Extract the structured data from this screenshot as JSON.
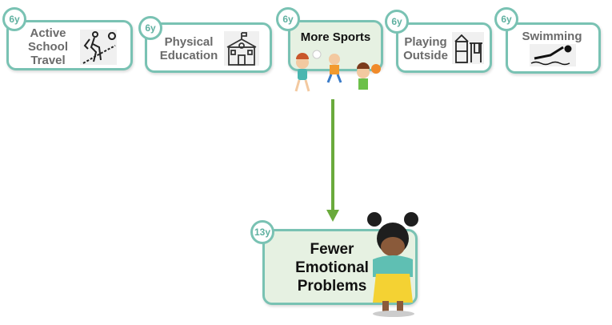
{
  "exposures": [
    {
      "age": "6y",
      "label_lines": [
        "Active",
        "School",
        "Travel"
      ],
      "icon": "hiker-icon"
    },
    {
      "age": "6y",
      "label_lines": [
        "Physical",
        "Education"
      ],
      "icon": "school-building-icon"
    },
    {
      "age": "6y",
      "label_lines": [
        "More Sports"
      ],
      "icon": "children-playing-icon",
      "highlighted": true
    },
    {
      "age": "6y",
      "label_lines": [
        "Playing",
        "Outside"
      ],
      "icon": "playground-icon"
    },
    {
      "age": "6y",
      "label_lines": [
        "Swimming"
      ],
      "icon": "swimmer-icon"
    }
  ],
  "outcome": {
    "age": "13y",
    "label_lines": [
      "Fewer",
      "Emotional",
      "Problems"
    ],
    "icon": "sad-girl-icon"
  },
  "colors": {
    "border": "#79c2b3",
    "arrow": "#6aaa3c",
    "highlight_fill": "#e6f1e2"
  }
}
